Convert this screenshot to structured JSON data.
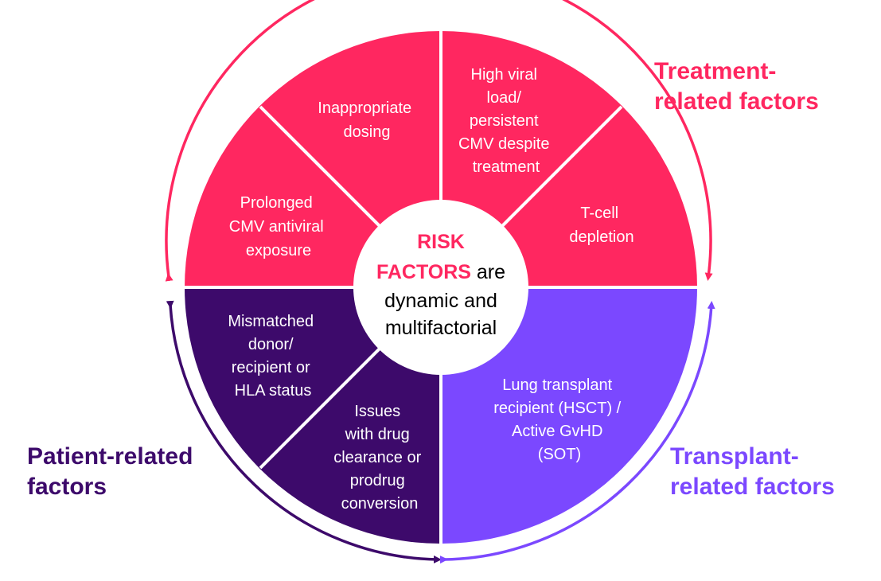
{
  "colors": {
    "treatment": "#ff2760",
    "patient": "#3d0a6b",
    "transplant": "#7b48ff",
    "divider": "#ffffff",
    "center_fill": "#ffffff",
    "center_text": "#000000"
  },
  "center": {
    "line1": "RISK",
    "line2_strong": "FACTORS",
    "line2_rest": " are",
    "line3": "dynamic and",
    "line4": "multifactorial"
  },
  "segments": {
    "inappropriate_dosing": [
      "Inappropriate",
      "dosing"
    ],
    "high_viral_load": [
      "High viral",
      "load/",
      "persistent",
      "CMV despite",
      "treatment"
    ],
    "prolonged_exposure": [
      "Prolonged",
      "CMV antiviral",
      "exposure"
    ],
    "t_cell_depletion": [
      "T-cell",
      "depletion"
    ],
    "mismatched_donor": [
      "Mismatched",
      "donor/",
      "recipient or",
      "HLA status"
    ],
    "drug_clearance": [
      "Issues",
      "with drug",
      "clearance or",
      "prodrug",
      "conversion"
    ],
    "lung_transplant": [
      "Lung transplant",
      "recipient (HSCT) /",
      "Active GvHD",
      "(SOT)"
    ]
  },
  "groups": {
    "treatment": [
      "Treatment-",
      "related factors"
    ],
    "patient": [
      "Patient-related",
      "factors"
    ],
    "transplant": [
      "Transplant-",
      "related factors"
    ]
  },
  "arrows": [
    {
      "name": "treatment-arc-arrow-left",
      "color_key": "treatment",
      "direction": "counterclockwise"
    },
    {
      "name": "treatment-arc-arrow-right",
      "color_key": "treatment",
      "direction": "clockwise"
    },
    {
      "name": "patient-arc-arrow",
      "color_key": "patient",
      "direction": "bidirectional"
    },
    {
      "name": "transplant-arc-arrow",
      "color_key": "transplant",
      "direction": "bidirectional"
    }
  ]
}
